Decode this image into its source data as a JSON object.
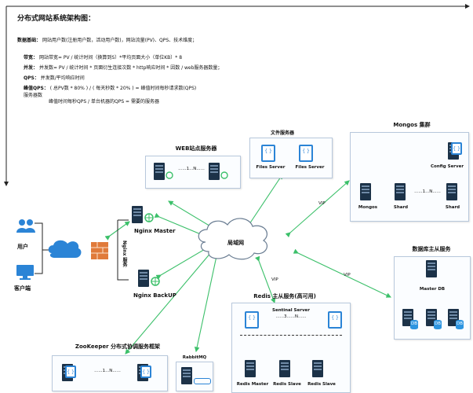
{
  "title": "分布式网站系统架构图：",
  "notes": {
    "basics_label": "数据基础：",
    "basics_text": "网站用户数(注册用户数，活动用户数)，网站流量(PV)、QPS、技术维度；",
    "bandwidth_label": "带宽：",
    "bandwidth_text": "网站带宽= PV / 统计时间（换算到S）*平均页面大小（单位KB）* 8",
    "concurrency_label": "并发：",
    "concurrency_text": "并发数= PV / 统计时间 * 页面衍生连接次数 * http响应时间 * 因数 / web服务器数量；",
    "qps_label": "QPS：",
    "qps_text": "并发数/平均响应时间",
    "peak_label": "峰值QPS：",
    "peak_text": "( 总PV数 * 80% ) / ( 每天秒数 * 20% ) = 峰值时间每秒请求数(QPS)",
    "servers_label": "服务器数",
    "servers_text": "峰值时间每秒QPS / 单台机器的QPS = 需要的服务器"
  },
  "left": {
    "user": "用户",
    "client": "客户端"
  },
  "nginx": {
    "master": "Nginx Master",
    "backup": "Nginx BackUP",
    "service": "Nginx 服务"
  },
  "web": {
    "title": "WEB站点服务器",
    "dots": "......1...N......"
  },
  "files": {
    "title": "文件服务器",
    "server1": "Files Server",
    "server2": "Files Server"
  },
  "mongos": {
    "title": "Mongos 集群",
    "config": "Config Server",
    "mongos": "Mongos",
    "shard1": "Shard",
    "shard2": "Shard",
    "dots": "......1...N......"
  },
  "lan": {
    "label": "局域网",
    "vip1": "VIP",
    "vip2": "VIP",
    "vip3": "VIP"
  },
  "db": {
    "title": "数据库主从服务",
    "master": "Master DB",
    "slave1": "DB",
    "slave2": "DB",
    "slave3": "DB"
  },
  "redis": {
    "title": "Redis 主从服务(高可用)",
    "sentinel": "Sentinal Server",
    "dots": "......3......N......",
    "master": "Redis Master",
    "slave1": "Redis Slave",
    "slave2": "Redis Slave"
  },
  "zookeeper": {
    "title": "ZooKeeper 分布式协调服务框架",
    "dots": "......1...N......"
  },
  "rabbit": {
    "title": "RabbitMQ"
  },
  "colors": {
    "green": "#3cc06a",
    "navy": "#1c3248",
    "blue": "#2b84d6"
  }
}
